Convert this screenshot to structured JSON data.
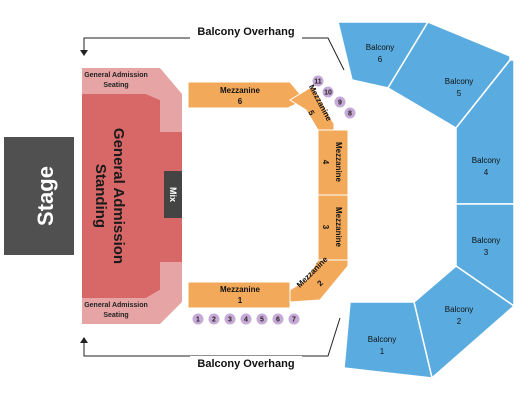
{
  "stage": {
    "label": "Stage",
    "color": "#505050"
  },
  "mix": {
    "label": "Mix",
    "color": "#444444"
  },
  "general_admission": {
    "standing_label": "General Admission Standing",
    "standing_line1": "General Admission",
    "standing_line2": "Standing",
    "seating_top_line1": "General Admission",
    "seating_top_line2": "Seating",
    "seating_bottom_line1": "General Admission",
    "seating_bottom_line2": "Seating",
    "standing_color": "#d86868",
    "seating_color": "#e6a4a4"
  },
  "balcony_overhang": {
    "top": "Balcony Overhang",
    "bottom": "Balcony Overhang"
  },
  "mezzanine": {
    "color": "#f2a95a",
    "sections": [
      {
        "name": "Mezzanine",
        "number": "1"
      },
      {
        "name": "Mezzanine",
        "number": "2"
      },
      {
        "name": "Mezzanine",
        "number": "3"
      },
      {
        "name": "Mezzanine",
        "number": "4"
      },
      {
        "name": "Mezzanine",
        "number": "5"
      },
      {
        "name": "Mezzanine",
        "number": "6"
      }
    ]
  },
  "balcony": {
    "color": "#5aace0",
    "sections": [
      {
        "name": "Balcony",
        "number": "1"
      },
      {
        "name": "Balcony",
        "number": "2"
      },
      {
        "name": "Balcony",
        "number": "3"
      },
      {
        "name": "Balcony",
        "number": "4"
      },
      {
        "name": "Balcony",
        "number": "5"
      },
      {
        "name": "Balcony",
        "number": "6"
      }
    ]
  },
  "boxes": {
    "color": "#c6a9d6",
    "labels": [
      "1",
      "2",
      "3",
      "4",
      "5",
      "6",
      "7",
      "8",
      "9",
      "10",
      "11"
    ]
  }
}
